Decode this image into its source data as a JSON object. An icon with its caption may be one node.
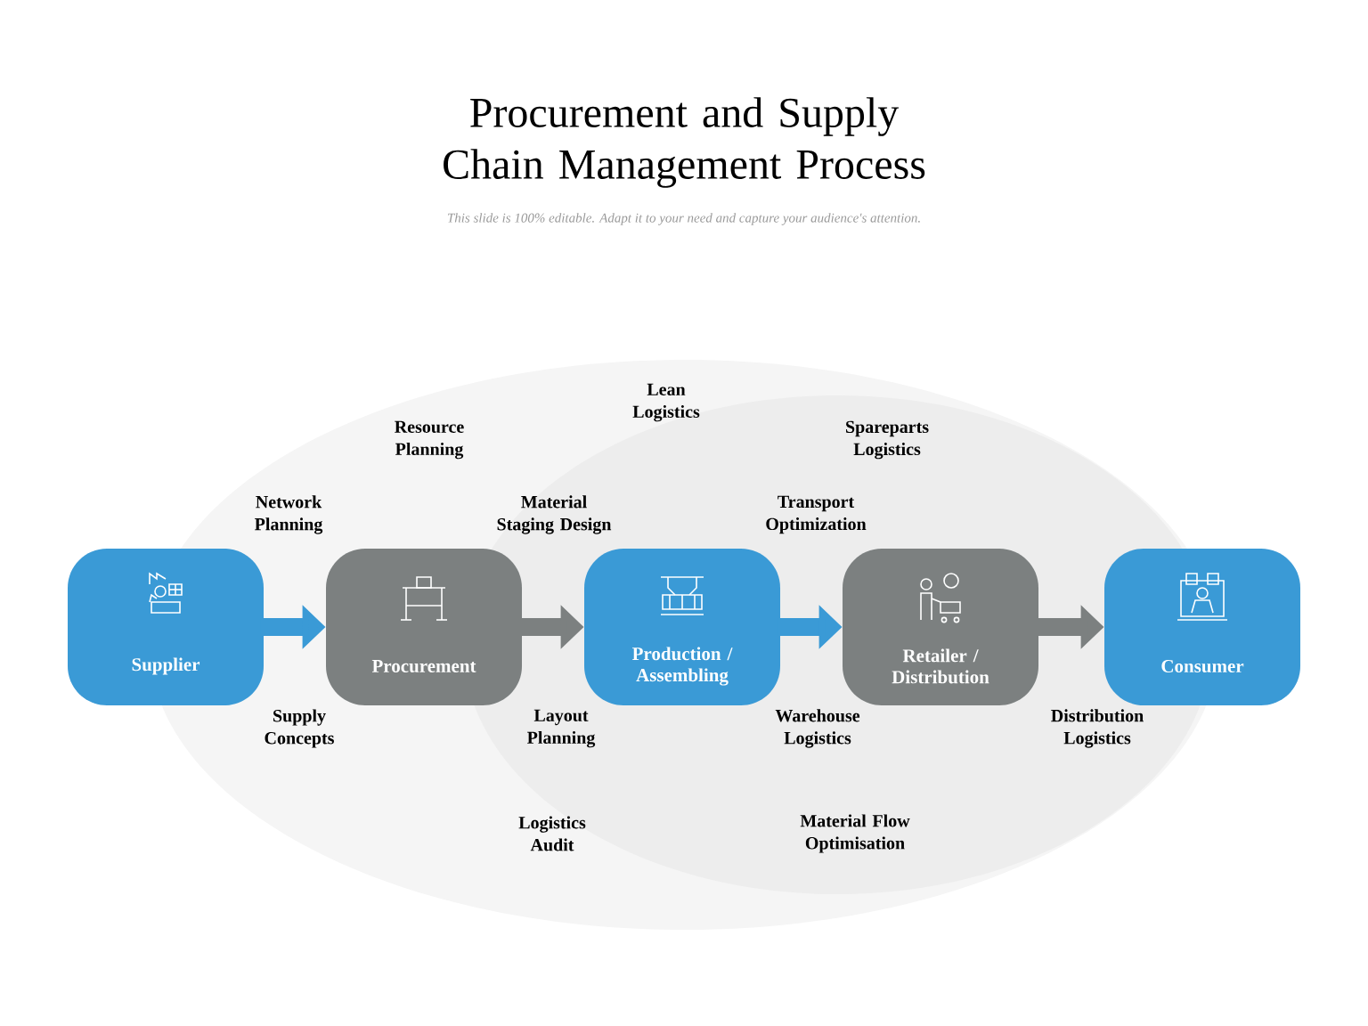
{
  "diagram": {
    "title": "Procurement and Supply Chain Management Process",
    "caption": "This slide is 100% editable. Adapt it to your need and capture your audience's attention.",
    "nodes": [
      {
        "text": [
          "Supplier"
        ]
      },
      {
        "text": [
          "Procurement"
        ]
      },
      {
        "text": [
          "Production / Assembling"
        ]
      },
      {
        "text": [
          "Retailer / Distribution"
        ]
      },
      {
        "text": [
          "Consumer"
        ]
      }
    ],
    "edges": [
      {
        "from": 0,
        "to": 1,
        "arrow": "to",
        "color": "#3a9ad6"
      },
      {
        "from": 1,
        "to": 2,
        "arrow": "to",
        "color": "#7c8080"
      },
      {
        "from": 2,
        "to": 3,
        "arrow": "to",
        "color": "#3a9ad6"
      },
      {
        "from": 3,
        "to": 4,
        "arrow": "to",
        "color": "#7c8080"
      }
    ],
    "labels": [
      "Lean Logistics",
      "Resource Planning",
      "Spareparts Logistics",
      "Network Planning",
      "Material Staging Design",
      "Transport Optimization",
      "Supply Concepts",
      "Layout Planning",
      "Warehouse Logistics",
      "Distribution Logistics",
      "Logistics Audit",
      "Material Flow Optimisation"
    ]
  }
}
